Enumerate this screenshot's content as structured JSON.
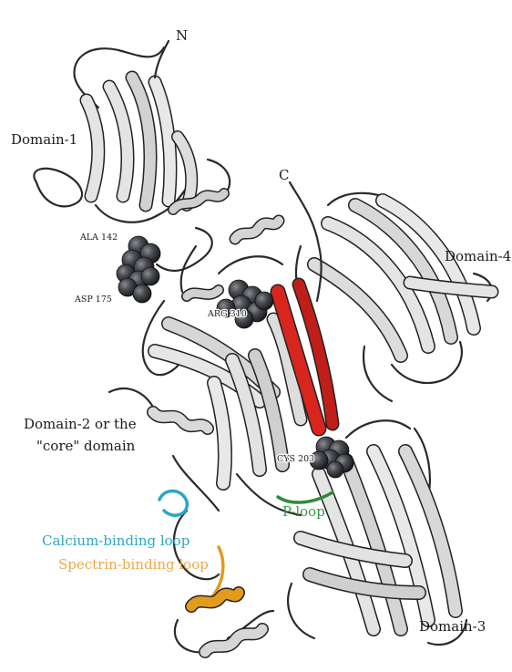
{
  "labels": {
    "n_terminus": "N",
    "c_terminus": "C",
    "domain_1": "Domain-1",
    "domain_4": "Domain-4",
    "domain_2_line1": "Domain-2 or the",
    "domain_2_line2": "\"core\" domain",
    "domain_3": "Domain-3",
    "ala142": "ALA 142",
    "asp175": "ASP 175",
    "arg310": "ARG 310",
    "cys203": "CYS 203",
    "p_loop": "P-loop",
    "calcium_loop": "Calcium-binding loop",
    "spectrin_loop": "Spectrin-binding loop"
  },
  "colors": {
    "ribbon": "#e4e4e4",
    "ribbon_shadow": "#9a9a9a",
    "outline": "#222222",
    "residue_sphere": "#4a4c52",
    "red_strand": "#d8251e",
    "p_loop": "#2e8b3a",
    "calcium_loop": "#2aa7c8",
    "spectrin_loop": "#e39b1c",
    "calcium_label": "#2aa7c8",
    "spectrin_label": "#f0a848",
    "p_loop_label": "#3a9a44"
  }
}
